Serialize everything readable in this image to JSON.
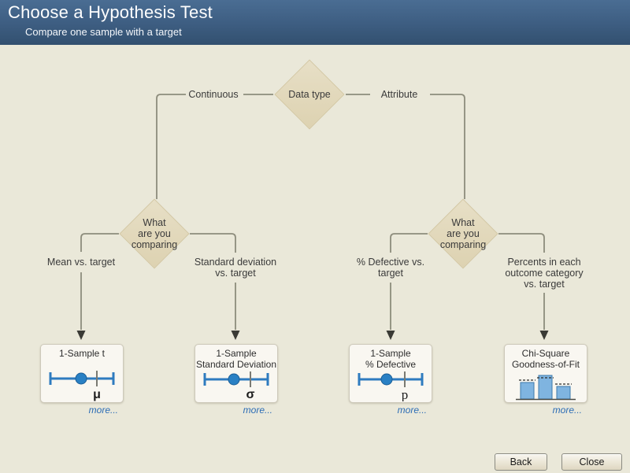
{
  "header": {
    "title": "Choose a Hypothesis Test",
    "subtitle": "Compare one sample with a target"
  },
  "flowchart": {
    "root_diamond": "Data type",
    "branch_continuous": "Continuous",
    "branch_attribute": "Attribute",
    "left_diamond": "What\nare you\ncomparing",
    "right_diamond": "What\nare you\ncomparing",
    "labels": {
      "mean": "Mean vs. target",
      "stdev": "Standard deviation\nvs. target",
      "pct_defective": "% Defective vs.\ntarget",
      "percents": "Percents in each\noutcome category\nvs. target"
    }
  },
  "cards": [
    {
      "title": "1-Sample t",
      "symbol": "μ",
      "icon": "number-line-icon",
      "more": "more..."
    },
    {
      "title": "1-Sample\nStandard Deviation",
      "symbol": "σ",
      "icon": "number-line-icon",
      "more": "more..."
    },
    {
      "title": "1-Sample\n% Defective",
      "symbol": "p",
      "icon": "number-line-icon",
      "more": "more..."
    },
    {
      "title": "Chi-Square\nGoodness-of-Fit",
      "icon": "bar-chart-icon",
      "more": "more..."
    }
  ],
  "footer": {
    "back": "Back",
    "close": "Close"
  },
  "colors": {
    "background": "#eae8d9",
    "header_top": "#4a6d93",
    "header_bottom": "#32506f",
    "diamond_fill": "#ddd2b1",
    "connector": "#8d8c7c",
    "accent_blue": "#2980c4",
    "link_blue": "#2b6cb5"
  }
}
